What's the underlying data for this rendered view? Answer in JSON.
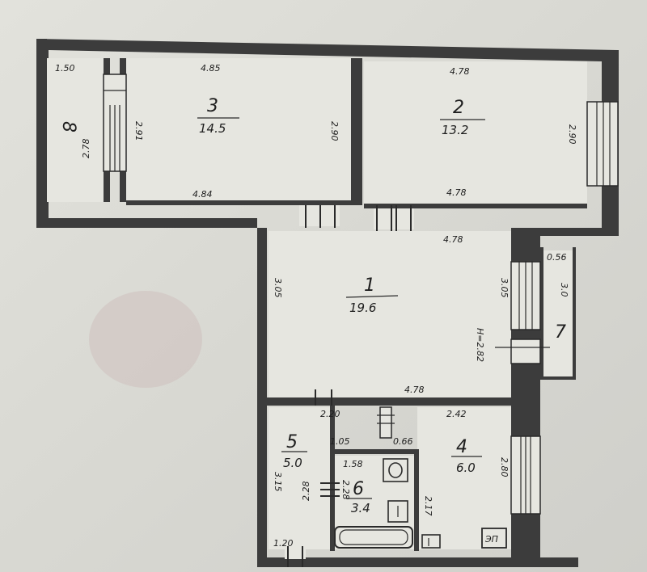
{
  "rooms": [
    {
      "number": "1",
      "area": "19.6"
    },
    {
      "number": "2",
      "area": "13.2"
    },
    {
      "number": "3",
      "area": "14.5"
    },
    {
      "number": "4",
      "area": "6.0"
    },
    {
      "number": "5",
      "area": "5.0"
    },
    {
      "number": "6",
      "area": "3.4"
    },
    {
      "number": "7",
      "area": ""
    },
    {
      "number": "8",
      "area": ""
    }
  ],
  "dimensions": {
    "r8_top": "1.50",
    "r8_side": "2.78",
    "r3_top": "4.85",
    "r3_bottom": "4.84",
    "r3_left": "2.91",
    "r3_right": "2.90",
    "r2_top": "4.78",
    "r2_bottom": "4.78",
    "r2_right": "2.90",
    "r1_top": "4.78",
    "r1_bottom": "4.78",
    "r1_left": "3.05",
    "r1_right": "3.05",
    "r1_height": "H=2.82",
    "r7_top": "0.56",
    "r7_side": "3.0",
    "r5_top_left": "2.20",
    "r5_top_mid": "1.05",
    "r5_side": "3.15",
    "r5_inner": "2.28",
    "r5_bottom": "1.20",
    "r4_top": "2.42",
    "r4_top_left": "0.66",
    "r4_side": "2.80",
    "r6_top": "1.58",
    "r6_side": "2.17",
    "r6_left": "2.28",
    "r6_right": "2.17"
  },
  "fixtures": {
    "stove_label": "ЭП"
  }
}
